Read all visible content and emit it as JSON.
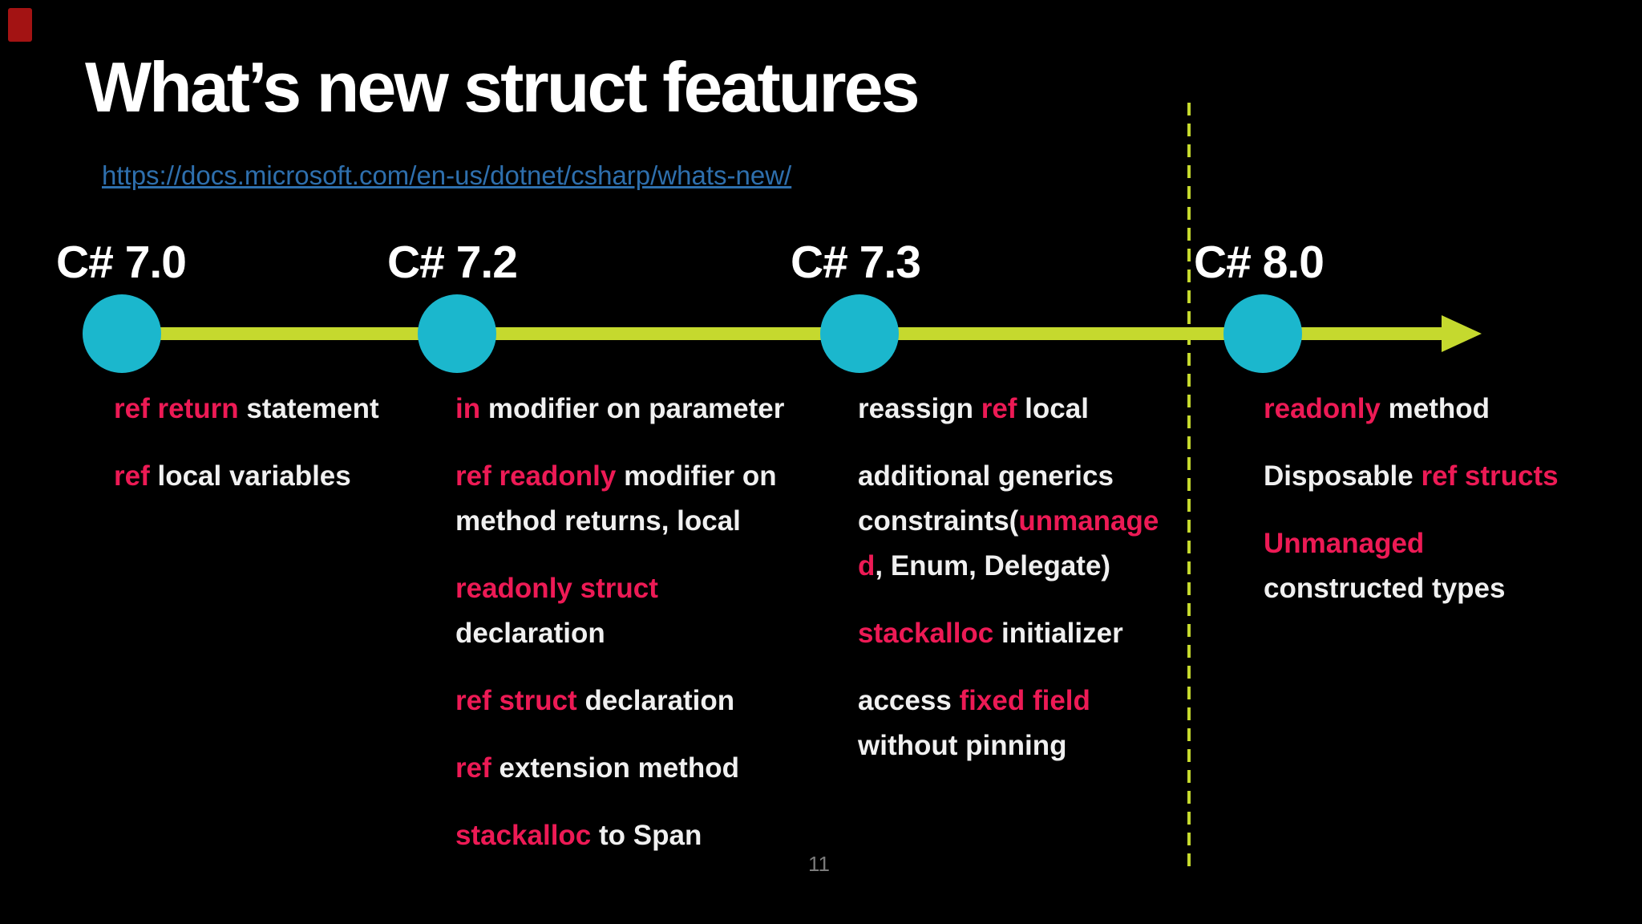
{
  "slide": {
    "title": "What’s new struct features",
    "link_text": "https://docs.microsoft.com/en-us/dotnet/csharp/whats-new/",
    "page_number": "11"
  },
  "colors": {
    "background": "#000000",
    "highlight_red": "#ed1a55",
    "timeline_yellow": "#c5d92e",
    "marker_cyan": "#1bb7cd",
    "link_blue": "#2e6fad",
    "text_white": "#f0f0f0",
    "page_number_gray": "#7b7b7b",
    "corner_red": "#a31313"
  },
  "timeline": {
    "versions": [
      {
        "label": "C# 7.0",
        "features": [
          [
            {
              "text": "ref return",
              "highlight": true
            },
            {
              "text": " statement",
              "highlight": false
            }
          ],
          [
            {
              "text": "ref",
              "highlight": true
            },
            {
              "text": " local variables",
              "highlight": false
            }
          ]
        ]
      },
      {
        "label": "C# 7.2",
        "features": [
          [
            {
              "text": "in",
              "highlight": true
            },
            {
              "text": " modifier on parameter",
              "highlight": false
            }
          ],
          [
            {
              "text": "ref readonly",
              "highlight": true
            },
            {
              "text": " modifier on\nmethod returns, local",
              "highlight": false
            }
          ],
          [
            {
              "text": "readonly struct",
              "highlight": true
            },
            {
              "text": "\ndeclaration",
              "highlight": false
            }
          ],
          [
            {
              "text": "ref struct",
              "highlight": true
            },
            {
              "text": " declaration",
              "highlight": false
            }
          ],
          [
            {
              "text": "ref",
              "highlight": true
            },
            {
              "text": " extension method",
              "highlight": false
            }
          ],
          [
            {
              "text": "stackalloc",
              "highlight": true
            },
            {
              "text": " to Span",
              "highlight": false
            }
          ]
        ]
      },
      {
        "label": "C# 7.3",
        "features": [
          [
            {
              "text": "reassign ",
              "highlight": false
            },
            {
              "text": "ref",
              "highlight": true
            },
            {
              "text": " local",
              "highlight": false
            }
          ],
          [
            {
              "text": "additional generics\nconstraints(",
              "highlight": false
            },
            {
              "text": "unmanage\nd",
              "highlight": true
            },
            {
              "text": ", Enum, Delegate)",
              "highlight": false
            }
          ],
          [
            {
              "text": "stackalloc",
              "highlight": true
            },
            {
              "text": " initializer",
              "highlight": false
            }
          ],
          [
            {
              "text": "access ",
              "highlight": false
            },
            {
              "text": "fixed field",
              "highlight": true
            },
            {
              "text": "\nwithout pinning",
              "highlight": false
            }
          ]
        ]
      },
      {
        "label": "C# 8.0",
        "features": [
          [
            {
              "text": "readonly",
              "highlight": true
            },
            {
              "text": " method",
              "highlight": false
            }
          ],
          [
            {
              "text": "Disposable ",
              "highlight": false
            },
            {
              "text": "ref structs",
              "highlight": true
            }
          ],
          [
            {
              "text": "Unmanaged",
              "highlight": true
            },
            {
              "text": "\nconstructed types",
              "highlight": false
            }
          ]
        ]
      }
    ]
  }
}
